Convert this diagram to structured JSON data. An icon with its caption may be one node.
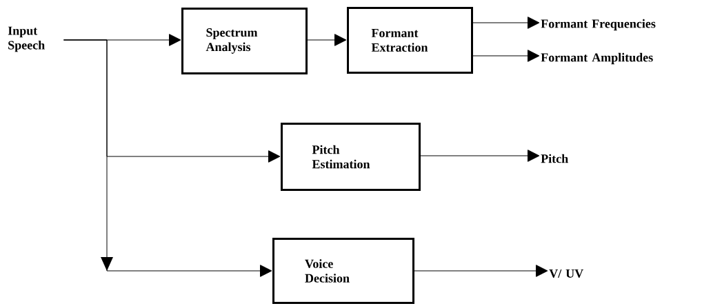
{
  "diagram": {
    "nodes": [
      {
        "text": [
          "Input Speech"
        ]
      },
      {
        "text": [
          "Spectrum Analysis"
        ]
      },
      {
        "text": [
          "Formant Extraction"
        ]
      },
      {
        "text": [
          "Formant Frequencies"
        ]
      },
      {
        "text": [
          "Formant Amplitudes"
        ]
      },
      {
        "text": [
          "Pitch Estimation"
        ]
      },
      {
        "text": [
          "Pitch"
        ]
      },
      {
        "text": [
          "Voice Decision"
        ]
      },
      {
        "text": [
          "V/ UV"
        ]
      }
    ],
    "edges": [
      {
        "from": 0,
        "to": 1,
        "arrow": "to"
      },
      {
        "from": 1,
        "to": 2,
        "arrow": "to"
      },
      {
        "from": 2,
        "to": 3,
        "arrow": "to"
      },
      {
        "from": 2,
        "to": 4,
        "arrow": "to"
      },
      {
        "from": 0,
        "to": 5,
        "arrow": "to"
      },
      {
        "from": 5,
        "to": 6,
        "arrow": "to"
      },
      {
        "from": 0,
        "to": 7,
        "arrow": "to"
      },
      {
        "from": 7,
        "to": 8,
        "arrow": "to"
      }
    ]
  }
}
